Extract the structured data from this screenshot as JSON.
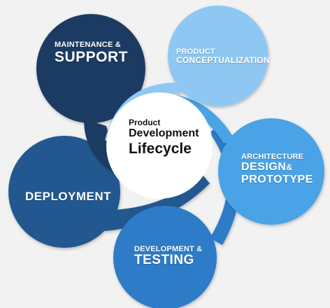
{
  "center": {
    "line1": "Product",
    "line2": "Development",
    "line3": "Lifecycle"
  },
  "stages": [
    {
      "small": "MAINTENANCE &",
      "big": "SUPPORT",
      "color": "#1f3b63"
    },
    {
      "small": "PRODUCT",
      "big": "CONCEPTUALIZATION",
      "color": "#8ec8f2"
    },
    {
      "small": "ARCHITECTURE",
      "big": "DESIGN",
      "big_suffix": "&",
      "big2": "PROTOTYPE",
      "color": "#4aa3e6"
    },
    {
      "small": "DEVELOPMENT &",
      "big": "TESTING",
      "color": "#2f7cc7"
    },
    {
      "small": "",
      "big": "DEPLOYMENT",
      "color": "#23598f"
    }
  ]
}
